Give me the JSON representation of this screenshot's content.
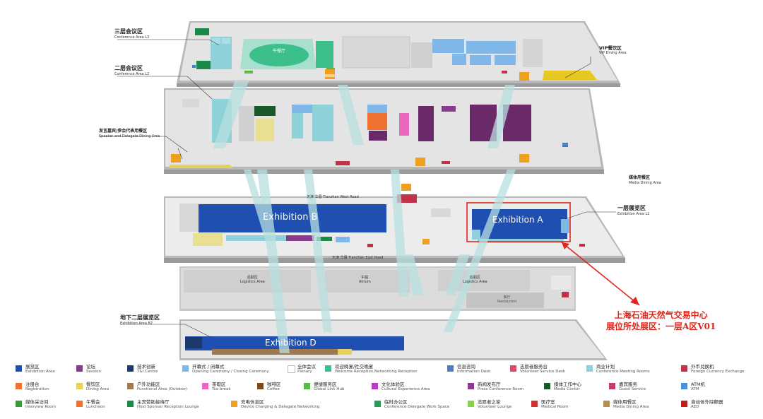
{
  "floors": {
    "l3": {
      "zh": "三层会议区",
      "en": "Conference Area L3"
    },
    "l2": {
      "zh": "二层会议区",
      "en": "Conference Area L2"
    },
    "speaker": {
      "zh": "发言嘉宾/参会代表用餐区",
      "en": "Speaker and Delegate Dining Area"
    },
    "vip": {
      "zh": "VIP餐饮区",
      "en": "VIP Dining Area"
    },
    "media": {
      "zh": "媒体用餐区",
      "en": "Media Dining Area"
    },
    "l1": {
      "zh": "一层展览区",
      "en": "Exhibition Area L1"
    },
    "b2": {
      "zh": "地下二层展览区",
      "en": "Exhibition Area B2"
    }
  },
  "halls": {
    "exhibition_a": "Exhibition A",
    "exhibition_b": "Exhibition B",
    "exhibition_d": "Exhibition D",
    "luncheon": "午餐厅",
    "restaurant_zh": "餐厅",
    "restaurant_en": "Restaurant",
    "logistics_zh": "后勤区",
    "logistics_en": "Logistics Area",
    "atrium_zh": "中庭",
    "atrium_en": "Atrium"
  },
  "streets": {
    "north": "天津 华展 Tianzhan West Road",
    "south": "天津 华展 Tianzhan East Road"
  },
  "callout": {
    "line1": "上海石油天然气交易中心",
    "line2": "展位所处展区：一层A区V01",
    "color": "#e0261c"
  },
  "legend": [
    {
      "zh": "展览区",
      "en": "Exhibition Area",
      "color": "#1f4fb0"
    },
    {
      "zh": "论坛",
      "en": "Session",
      "color": "#8a3a8c"
    },
    {
      "zh": "技术创新",
      "en": "T&I Centre",
      "color": "#1b3a6b"
    },
    {
      "zh": "开幕式 / 闭幕式",
      "en": "Opening Ceremony / Closing Ceremony",
      "color": "#7fb8e8"
    },
    {
      "zh": "全体会议",
      "en": "Plenary",
      "color": "#ffffff"
    },
    {
      "zh": "欢迎晚宴/社交晚宴",
      "en": "Welcome Reception,Networking Reception",
      "color": "#3cbf8a"
    },
    {
      "zh": "信息咨询",
      "en": "Information Desk",
      "color": "#4a7ec0"
    },
    {
      "zh": "志愿者服务台",
      "en": "Volunteer Service Desk",
      "color": "#d94a6a"
    },
    {
      "zh": "商业计划",
      "en": "Conference Meeting Rooms",
      "color": "#8fd1d8"
    },
    {
      "zh": "外币兑换机",
      "en": "Foreign Currency Exchange",
      "color": "#c0324a"
    },
    {
      "zh": "注册台",
      "en": "Registration",
      "color": "#f07030"
    },
    {
      "zh": "餐饮区",
      "en": "Dining Area",
      "color": "#e8d15a"
    },
    {
      "zh": "户外功能区",
      "en": "Functional Area (Outdoor)",
      "color": "#a07850"
    },
    {
      "zh": "茶歇区",
      "en": "Tea break",
      "color": "#e868c0"
    },
    {
      "zh": "咖啡区",
      "en": "Coffee",
      "color": "#7a4a1a"
    },
    {
      "zh": "便捷服务区",
      "en": "Global Link Hub",
      "color": "#58b84a"
    },
    {
      "zh": "文化体验区",
      "en": "Cultural Experience Area",
      "color": "#b83cc0"
    },
    {
      "zh": "新闻发布厅",
      "en": "Press Conference Room",
      "color": "#8a3a8c"
    },
    {
      "zh": "媒体工作中心",
      "en": "Media Center",
      "color": "#1a5a2a"
    },
    {
      "zh": "嘉宾服务",
      "en": "Guest Service",
      "color": "#c03a6a"
    },
    {
      "zh": "ATM机",
      "en": "ATM",
      "color": "#4a90d8"
    },
    {
      "zh": "媒体采访间",
      "en": "Interview Room",
      "color": "#3a9a3a"
    },
    {
      "zh": "午餐会",
      "en": "Luncheon",
      "color": "#f07030"
    },
    {
      "zh": "主宾赞助接待厅",
      "en": "Host Sponsor Reception Lounge",
      "color": "#1a8a4a"
    },
    {
      "zh": "充电休息区",
      "en": "Device Charging & Delegate Networking",
      "color": "#f0a020"
    },
    {
      "zh": "临时办公区",
      "en": "Conference Delegate Work Space",
      "color": "#2a9a5a"
    },
    {
      "zh": "志愿者之家",
      "en": "Volunteer Lounge",
      "color": "#8ad04a"
    },
    {
      "zh": "医疗室",
      "en": "Medical Room",
      "color": "#d03030"
    },
    {
      "zh": "媒体用餐区",
      "en": "Media Dining Area",
      "color": "#b09050"
    },
    {
      "zh": "自动体外除颤器",
      "en": "AED",
      "color": "#c01a1a"
    }
  ]
}
